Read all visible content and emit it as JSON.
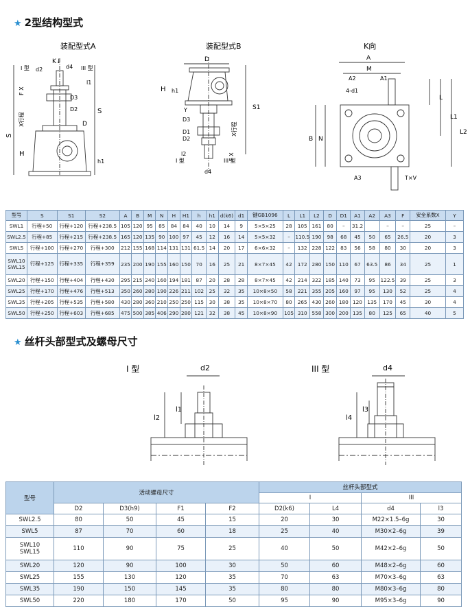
{
  "section1": {
    "title": "2型结构型式"
  },
  "drawing_a": {
    "title": "装配型式A",
    "labels": {
      "k": "K↓",
      "type1": "I 型",
      "type3": "III 型",
      "d2": "d2",
      "d4": "d4",
      "l1": "l1",
      "d3": "D3",
      "d2cap": "D2",
      "d": "D",
      "s": "S",
      "s_side": "S",
      "h": "H",
      "h1": "h1",
      "xstroke": "X行程",
      "fx": "F X"
    }
  },
  "drawing_b": {
    "title": "装配型式B",
    "labels": {
      "d": "D",
      "h": "H",
      "h1": "h1",
      "s1": "S1",
      "y": "Y",
      "d3": "D3",
      "d1": "D1",
      "d2": "D2",
      "xstroke": "X行程",
      "fx": "F X",
      "l2": "l2",
      "type1": "I 型",
      "type3": "III 型",
      "d4": "d4"
    }
  },
  "drawing_k": {
    "title": "K向",
    "labels": {
      "a": "A",
      "m": "M",
      "a2": "A2",
      "a1": "A1",
      "holes": "4-d1",
      "n": "N",
      "b": "B",
      "l": "L",
      "l1": "L1",
      "l2": "L2",
      "a3": "A3",
      "tv": "T×V"
    }
  },
  "table1": {
    "headers": [
      "型号",
      "S",
      "S1",
      "S2",
      "A",
      "B",
      "M",
      "N",
      "H",
      "H1",
      "h",
      "h1",
      "d(k6)",
      "d1",
      "键GB1096",
      "L",
      "L1",
      "L2",
      "D",
      "D1",
      "A1",
      "A2",
      "A3",
      "F",
      "安全系数X",
      "Y"
    ],
    "rows": [
      [
        "SWL1",
        "行程+50",
        "行程+120",
        "行程+238.5",
        "105",
        "120",
        "95",
        "85",
        "84",
        "84",
        "40",
        "10",
        "14",
        "9",
        "5×5×25",
        "28",
        "105",
        "161",
        "80",
        "–",
        "31.2",
        "",
        "–",
        "–",
        "25",
        "–"
      ],
      [
        "SWL2.5",
        "行程+85",
        "行程+215",
        "行程+238.5",
        "165",
        "120",
        "135",
        "90",
        "100",
        "97",
        "45",
        "12",
        "16",
        "14",
        "5×5×32",
        "–",
        "110.5",
        "190",
        "98",
        "68",
        "45",
        "50",
        "65",
        "26.5",
        "20",
        "3"
      ],
      [
        "SWL5",
        "行程+100",
        "行程+270",
        "行程+300",
        "212",
        "155",
        "168",
        "114",
        "131",
        "131",
        "61.5",
        "14",
        "20",
        "17",
        "6×6×32",
        "–",
        "132",
        "228",
        "122",
        "83",
        "56",
        "58",
        "80",
        "30",
        "20",
        "3"
      ],
      [
        "SWL10\nSWL15",
        "行程+125",
        "行程+335",
        "行程+359",
        "235",
        "200",
        "190",
        "155",
        "160",
        "150",
        "70",
        "16",
        "25",
        "21",
        "8×7×45",
        "42",
        "172",
        "280",
        "150",
        "110",
        "67",
        "63.5",
        "86",
        "34",
        "25",
        "1"
      ],
      [
        "SWL20",
        "行程+150",
        "行程+404",
        "行程+430",
        "295",
        "215",
        "240",
        "160",
        "194",
        "181",
        "87",
        "20",
        "28",
        "28",
        "8×7×45",
        "42",
        "214",
        "322",
        "185",
        "140",
        "73",
        "95",
        "122.5",
        "39",
        "25",
        "3"
      ],
      [
        "SWL25",
        "行程+170",
        "行程+476",
        "行程+513",
        "350",
        "260",
        "280",
        "190",
        "226",
        "211",
        "102",
        "25",
        "32",
        "35",
        "10×8×50",
        "58",
        "221",
        "355",
        "205",
        "160",
        "97",
        "95",
        "130",
        "52",
        "25",
        "4"
      ],
      [
        "SWL35",
        "行程+205",
        "行程+535",
        "行程+580",
        "430",
        "280",
        "360",
        "210",
        "250",
        "250",
        "115",
        "30",
        "38",
        "35",
        "10×8×70",
        "80",
        "265",
        "430",
        "260",
        "180",
        "120",
        "135",
        "170",
        "45",
        "30",
        "4"
      ],
      [
        "SWL50",
        "行程+250",
        "行程+603",
        "行程+685",
        "475",
        "500",
        "385",
        "406",
        "290",
        "280",
        "121",
        "32",
        "38",
        "45",
        "10×8×90",
        "105",
        "310",
        "558",
        "300",
        "200",
        "135",
        "80",
        "125",
        "65",
        "40",
        "5"
      ]
    ]
  },
  "section2": {
    "title": "丝杆头部型式及螺母尺寸"
  },
  "head1": {
    "title": "I 型",
    "labels": {
      "d2": "d2",
      "l1": "l1",
      "l2": "l2"
    }
  },
  "head3": {
    "title": "III 型",
    "labels": {
      "d4": "d4",
      "l3": "l3",
      "l4": "l4"
    }
  },
  "table2": {
    "header_model": "型号",
    "header_nut": "活动螺母尺寸",
    "header_head": "丝杆头部型式",
    "header_type1": "I",
    "header_type3": "III",
    "subheaders": [
      "D2",
      "D3(h9)",
      "F1",
      "F2",
      "D2(k6)",
      "L4",
      "d4",
      "l3"
    ],
    "rows": [
      [
        "SWL2.5",
        "80",
        "50",
        "45",
        "15",
        "20",
        "30",
        "M22×1.5–6g",
        "30"
      ],
      [
        "SWL5",
        "87",
        "70",
        "60",
        "18",
        "25",
        "40",
        "M30×2–6g",
        "39"
      ],
      [
        "SWL10\nSWL15",
        "110",
        "90",
        "75",
        "25",
        "40",
        "50",
        "M42×2–6g",
        "50"
      ],
      [
        "SWL20",
        "120",
        "90",
        "100",
        "30",
        "50",
        "60",
        "M48×2–6g",
        "60"
      ],
      [
        "SWL25",
        "155",
        "130",
        "120",
        "35",
        "70",
        "63",
        "M70×3–6g",
        "63"
      ],
      [
        "SWL35",
        "190",
        "150",
        "145",
        "35",
        "80",
        "80",
        "M80×3–6g",
        "80"
      ],
      [
        "SWL50",
        "220",
        "180",
        "170",
        "50",
        "95",
        "90",
        "M95×3–6g",
        "90"
      ]
    ]
  }
}
